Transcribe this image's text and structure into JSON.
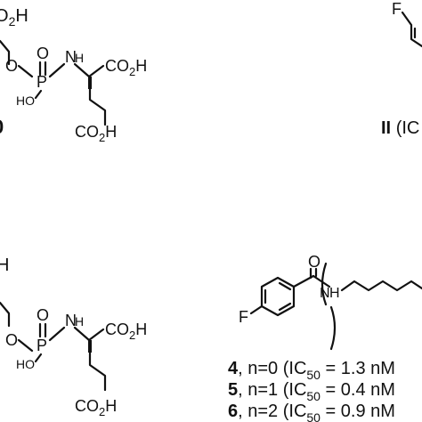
{
  "atoms": {
    "co2h": "CO",
    "h": "H",
    "two": "2",
    "o": "O",
    "p": "P",
    "n": "N",
    "ho": "HO",
    "f": "F",
    "nh": "N",
    "h_small": "H",
    "zero": "0"
  },
  "compound_ii": {
    "number": "II",
    "paren": "(IC"
  },
  "series": [
    {
      "number": "4",
      "n_label": ", n=0",
      "ic_open": " (IC",
      "sub": "50",
      "eq": " = 1.3 nM"
    },
    {
      "number": "5",
      "n_label": ", n=1",
      "ic_open": " (IC",
      "sub": "50",
      "eq": " = 0.4 nM"
    },
    {
      "number": "6",
      "n_label": ", n=2",
      "ic_open": " (IC",
      "sub": "50",
      "eq": " = 0.9 nM"
    }
  ]
}
